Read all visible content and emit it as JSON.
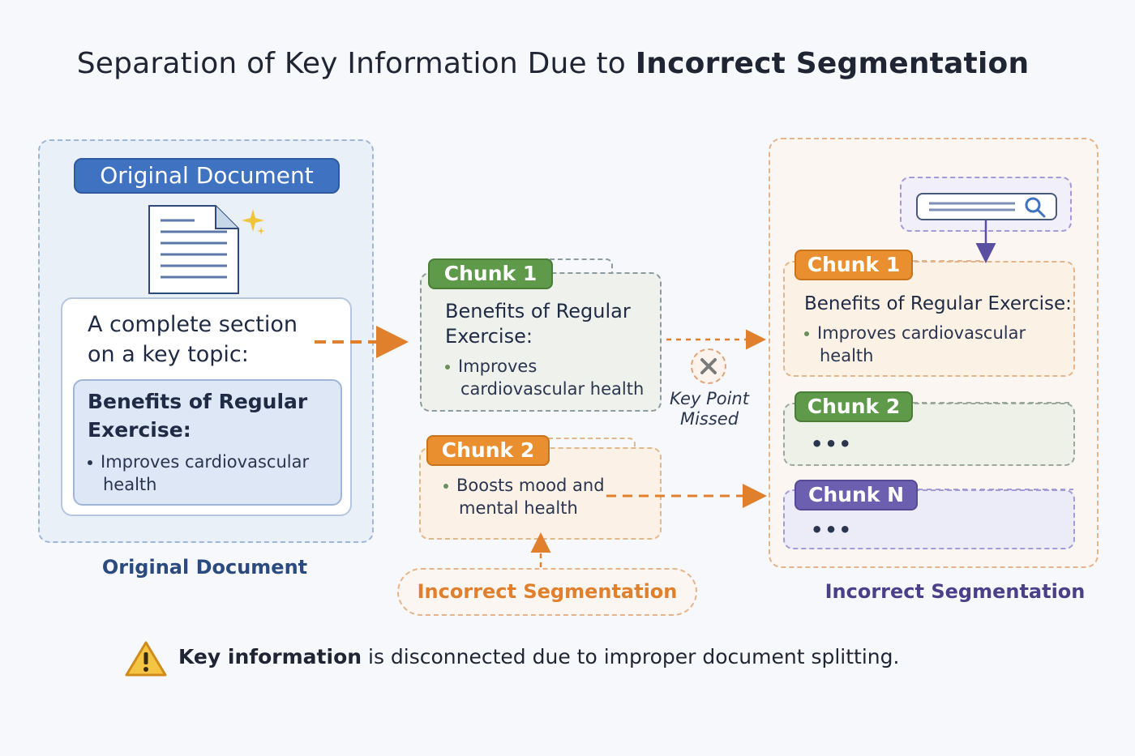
{
  "title": {
    "prefix": "Separation of Key Information Due to ",
    "emphasis": "Incorrect Segmentation"
  },
  "original_document": {
    "header": "Original Document",
    "section_text": "A complete section on a key topic:",
    "benefit_title": "Benefits of Regular Exercise:",
    "bullet": "Improves cardiovascular health",
    "caption": "Original Document"
  },
  "middle": {
    "chunk1": {
      "label": "Chunk 1",
      "benefit_title": "Benefits of Regular Exercise:",
      "bullet": "Improves cardiovascular health"
    },
    "chunk2": {
      "label": "Chunk 2",
      "bullet": "Boosts mood and mental health"
    },
    "missed_label": "Key Point Missed",
    "caption": "Incorrect Segmentation"
  },
  "right": {
    "chunk1": {
      "label": "Chunk 1",
      "benefit_title": "Benefits of Regular Exercise:",
      "bullet": "Improves cardiovascular health"
    },
    "chunk2": {
      "label": "Chunk 2",
      "content": "•••"
    },
    "chunkn": {
      "label": "Chunk N",
      "content": "•••"
    },
    "caption": "Incorrect Segmentation"
  },
  "footer": {
    "emphasis": "Key information",
    "rest": " is disconnected due to improper document splitting."
  },
  "icons": {
    "document": "document-icon",
    "sparkle": "sparkle-icon",
    "missed": "close-icon",
    "search": "search-icon",
    "warning": "warning-icon"
  },
  "colors": {
    "blue_header": "#3f72c0",
    "green_chunk": "#5f9a4a",
    "orange_chunk": "#ea8f2f",
    "purple_chunk": "#6c5fb0",
    "arrow_orange": "#e07f2c"
  }
}
